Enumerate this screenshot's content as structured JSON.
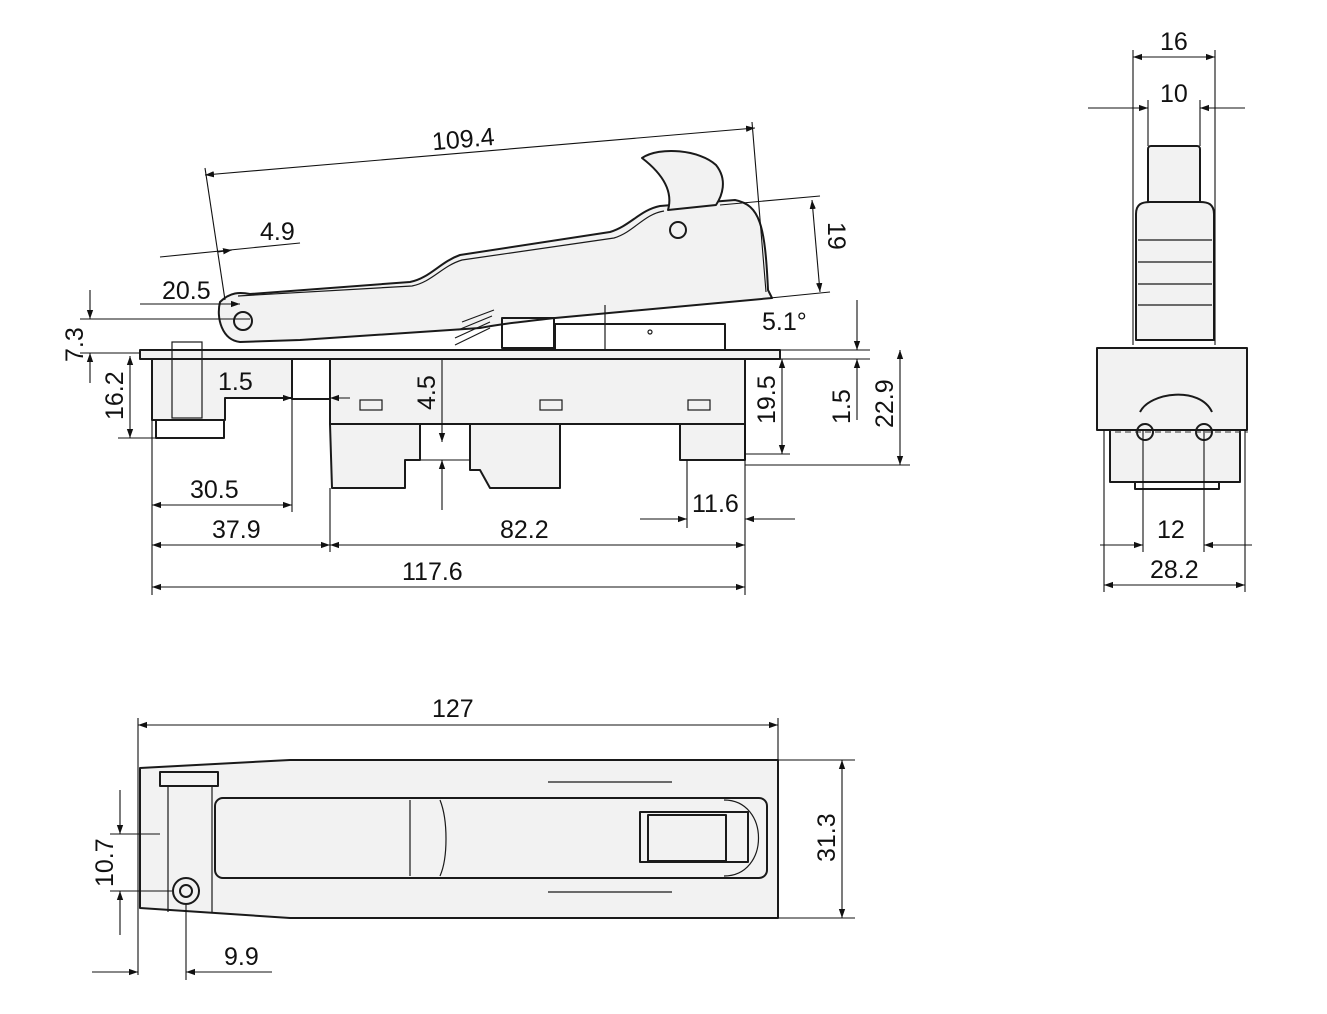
{
  "drawing": {
    "side_view": {
      "dimensions": [
        "109.4",
        "4.9",
        "20.5",
        "7.3",
        "16.2",
        "1.5",
        "4.5",
        "19.5",
        "1.5",
        "22.9",
        "5.1°",
        "19",
        "30.5",
        "37.9",
        "82.2",
        "11.6",
        "117.6"
      ]
    },
    "end_view": {
      "dimensions": [
        "16",
        "10",
        "12",
        "28.2"
      ]
    },
    "top_view": {
      "dimensions": [
        "127",
        "31.3",
        "10.7",
        "9.9"
      ]
    }
  }
}
